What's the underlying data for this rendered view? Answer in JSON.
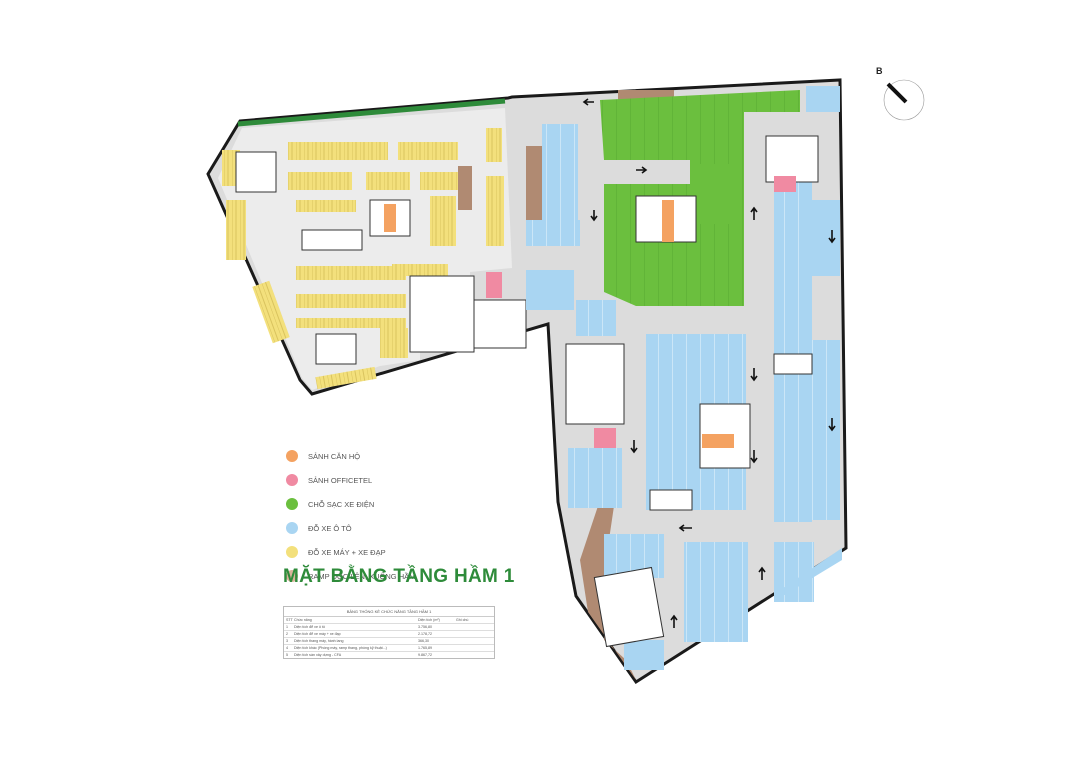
{
  "title": "MẶT BẰNG TẦNG HẦM 1",
  "compass": {
    "north_label": "B",
    "icon": "north-arrow-icon"
  },
  "legend": [
    {
      "label": "SẢNH CĂN HỘ",
      "color": "#f4a261"
    },
    {
      "label": "SẢNH OFFICETEL",
      "color": "#f08aa2"
    },
    {
      "label": "CHỖ SẠC XE ĐIỆN",
      "color": "#6bbf3e"
    },
    {
      "label": "ĐỖ XE Ô TÔ",
      "color": "#a9d5f2"
    },
    {
      "label": "ĐỖ XE MÁY + XE ĐẠP",
      "color": "#f3e07c"
    },
    {
      "label": "RAMP DỐC LÊN, XUỐNG HẦM",
      "color": "#d9b39a"
    }
  ],
  "zone_colors": {
    "road": "#dcdcdc",
    "car_parking": "#a9d5f2",
    "ev_charging": "#6bbf3e",
    "motorbike": "#f3e07c",
    "ramp": "#b08a72",
    "lobby_apartment": "#f4a261",
    "lobby_officetel": "#f08aa2",
    "boundary": "#1a1a1a",
    "green_strip": "#2e8b3a"
  },
  "stats_table": {
    "caption": "BẢNG THỐNG KÊ CHỨC NĂNG TẦNG HẦM 1",
    "header": [
      "STT",
      "Chức năng",
      "Diện tích (m²)",
      "Ghi chú"
    ],
    "rows": [
      [
        "1",
        "Diện tích để xe ô tô",
        "3.756,80",
        ""
      ],
      [
        "2",
        "Diện tích để xe máy + xe đạp",
        "2.178,72",
        ""
      ],
      [
        "3",
        "Diện tích thang máy, hành lang",
        "366,30",
        ""
      ],
      [
        "4",
        "Diện tích khác (Phòng máy, ramp thang, phòng kỹ thuật...)",
        "1.765,89",
        ""
      ],
      [
        "5",
        "Diện tích sàn xây dựng - CFA",
        "9.867,72",
        ""
      ]
    ]
  }
}
